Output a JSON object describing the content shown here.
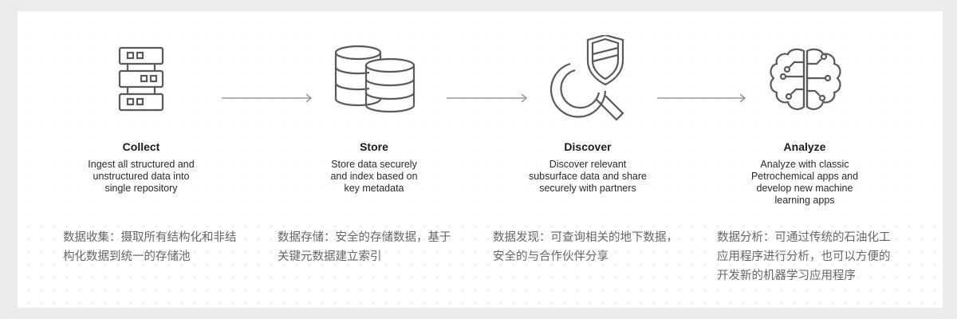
{
  "steps": [
    {
      "title": "Collect",
      "desc": [
        "Ingest all structured and",
        "unstructured data into",
        "single repository"
      ],
      "cn": [
        "数据收集：摄取所有结构化和非结",
        "构化数据到统一的存储池"
      ],
      "icon": "server-rack-icon"
    },
    {
      "title": "Store",
      "desc": [
        "Store data securely",
        "and index based on",
        "key metadata"
      ],
      "cn": [
        "数据存储：安全的存储数据，基于",
        "关键元数据建立索引"
      ],
      "icon": "database-icon"
    },
    {
      "title": "Discover",
      "desc": [
        "Discover relevant",
        "subsurface data and share",
        "securely with partners"
      ],
      "cn": [
        "数据发现：可查询相关的地下数据，",
        "安全的与合作伙伴分享"
      ],
      "icon": "magnifier-shield-icon"
    },
    {
      "title": "Analyze",
      "desc": [
        "Analyze with classic",
        "Petrochemical apps and",
        "develop new machine",
        "learning apps"
      ],
      "cn": [
        "数据分析：可通过传统的石油化工",
        "应用程序进行分析，也可以方便的",
        "开发新的机器学习应用程序"
      ],
      "icon": "brain-circuit-icon"
    }
  ],
  "colors": {
    "icon_stroke": "#5a5a5a",
    "arrow": "#9a9a9a",
    "title": "#1b1b1b",
    "cn_text": "#666666"
  }
}
